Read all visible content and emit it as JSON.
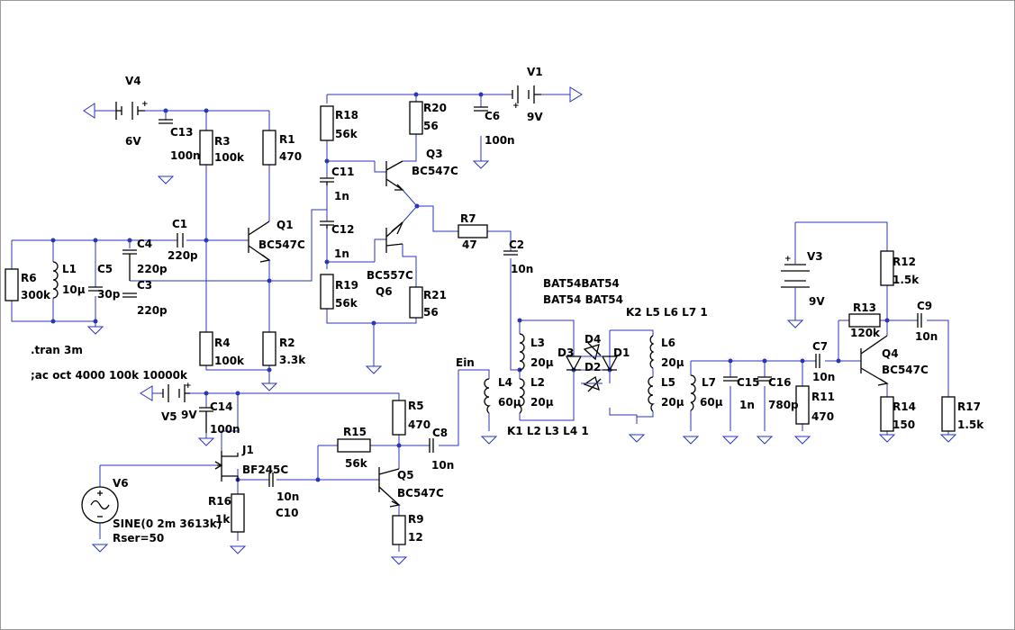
{
  "schematic": {
    "components": {
      "V1": {
        "name": "V1",
        "value": "9V"
      },
      "V3": {
        "name": "V3",
        "value": "9V"
      },
      "V4": {
        "name": "V4",
        "value": "6V"
      },
      "V5": {
        "name": "V5",
        "value": "9V"
      },
      "V6": {
        "name": "V6",
        "value": "SINE(0 2m 3613k)",
        "extra": "Rser=50"
      },
      "R1": {
        "name": "R1",
        "value": "470"
      },
      "R2": {
        "name": "R2",
        "value": "3.3k"
      },
      "R3": {
        "name": "R3",
        "value": "100k"
      },
      "R4": {
        "name": "R4",
        "value": "100k"
      },
      "R5": {
        "name": "R5",
        "value": "470"
      },
      "R6": {
        "name": "R6",
        "value": "300k"
      },
      "R7": {
        "name": "R7",
        "value": "47"
      },
      "R9": {
        "name": "R9",
        "value": "12"
      },
      "R11": {
        "name": "R11",
        "value": "470"
      },
      "R12": {
        "name": "R12",
        "value": "1.5k"
      },
      "R13": {
        "name": "R13",
        "value": "120k"
      },
      "R14": {
        "name": "R14",
        "value": "150"
      },
      "R15": {
        "name": "R15",
        "value": "56k"
      },
      "R16": {
        "name": "R16",
        "value": "1k"
      },
      "R17": {
        "name": "R17",
        "value": "1.5k"
      },
      "R18": {
        "name": "R18",
        "value": "56k"
      },
      "R19": {
        "name": "R19",
        "value": "56k"
      },
      "R20": {
        "name": "R20",
        "value": "56"
      },
      "R21": {
        "name": "R21",
        "value": "56"
      },
      "C1": {
        "name": "C1",
        "value": "220p"
      },
      "C2": {
        "name": "C2",
        "value": "10n"
      },
      "C3": {
        "name": "C3",
        "value": "220p"
      },
      "C4": {
        "name": "C4",
        "value": "220p"
      },
      "C5": {
        "name": "C5",
        "value": "30p"
      },
      "C6": {
        "name": "C6",
        "value": "100n"
      },
      "C7": {
        "name": "C7",
        "value": "10n"
      },
      "C8": {
        "name": "C8",
        "value": "10n"
      },
      "C9": {
        "name": "C9",
        "value": "10n"
      },
      "C10": {
        "name": "C10",
        "value": "10n"
      },
      "C11": {
        "name": "C11",
        "value": "1n"
      },
      "C12": {
        "name": "C12",
        "value": "1n"
      },
      "C13": {
        "name": "C13",
        "value": "100n"
      },
      "C14": {
        "name": "C14",
        "value": "100n"
      },
      "C15": {
        "name": "C15",
        "value": "1n"
      },
      "C16": {
        "name": "C16",
        "value": "780p"
      },
      "L1": {
        "name": "L1",
        "value": "10µ"
      },
      "L2": {
        "name": "L2",
        "value": "20µ"
      },
      "L3": {
        "name": "L3",
        "value": "20µ"
      },
      "L4": {
        "name": "L4",
        "value": "60µ"
      },
      "L5": {
        "name": "L5",
        "value": "20µ"
      },
      "L6": {
        "name": "L6",
        "value": "20µ"
      },
      "L7": {
        "name": "L7",
        "value": "60µ"
      },
      "Q1": {
        "name": "Q1",
        "value": "BC547C"
      },
      "Q3": {
        "name": "Q3",
        "value": "BC547C"
      },
      "Q4": {
        "name": "Q4",
        "value": "BC547C"
      },
      "Q5": {
        "name": "Q5",
        "value": "BC547C"
      },
      "Q6": {
        "name": "Q6",
        "value": "BC557C"
      },
      "J1": {
        "name": "J1",
        "value": "BF245C"
      },
      "D1": {
        "name": "D1"
      },
      "D2": {
        "name": "D2"
      },
      "D3": {
        "name": "D3"
      },
      "D4": {
        "name": "D4"
      }
    },
    "diode_models": {
      "line1": "BAT54BAT54",
      "line2": "BAT54 BAT54"
    },
    "directives": {
      "tran": ".tran 3m",
      "ac": ";ac oct 4000 100k 10000k",
      "k1": "K1 L2 L3 L4 1",
      "k2": "K2 L5 L6 L7 1"
    },
    "net_labels": {
      "ein": "Ein"
    },
    "polarity": {
      "plus": "+"
    },
    "colors": {
      "wire": "#2a36b8",
      "component": "#000000",
      "background": "#ffffff",
      "window": "#e6e6e6"
    }
  }
}
